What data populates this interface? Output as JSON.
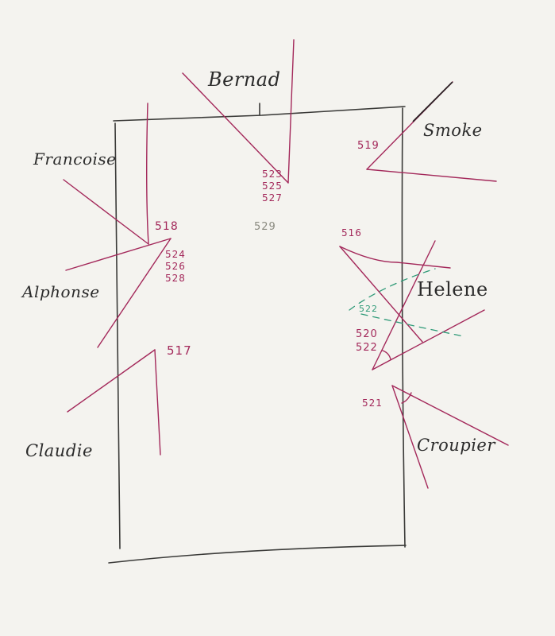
{
  "diagram": {
    "type": "hand-drawn shot/camera plan around a rectangular table",
    "colors": {
      "paper": "#f4f3ef",
      "pencil": "#3a3a38",
      "camera_lines": "#a3285a",
      "dashed_lines": "#2f9a78",
      "gray_number": "#8a8a80"
    },
    "characters": {
      "bernard": "Bernad",
      "francoise": "Francoise",
      "alphonse": "Alphonse",
      "claudie": "Claudie",
      "smoke": "Smoke",
      "helene": "Helene",
      "croupier": "Croupier"
    },
    "shots": {
      "top": [
        "523",
        "525",
        "527"
      ],
      "top_gray": "529",
      "left_upper_header": "518",
      "left_upper": [
        "524",
        "526",
        "528"
      ],
      "left_lower": "517",
      "right_top": "519",
      "right_mid_header": "516",
      "right_mid": [
        "520",
        "522"
      ],
      "right_mid_dashed": "522",
      "right_bottom": "521"
    }
  }
}
